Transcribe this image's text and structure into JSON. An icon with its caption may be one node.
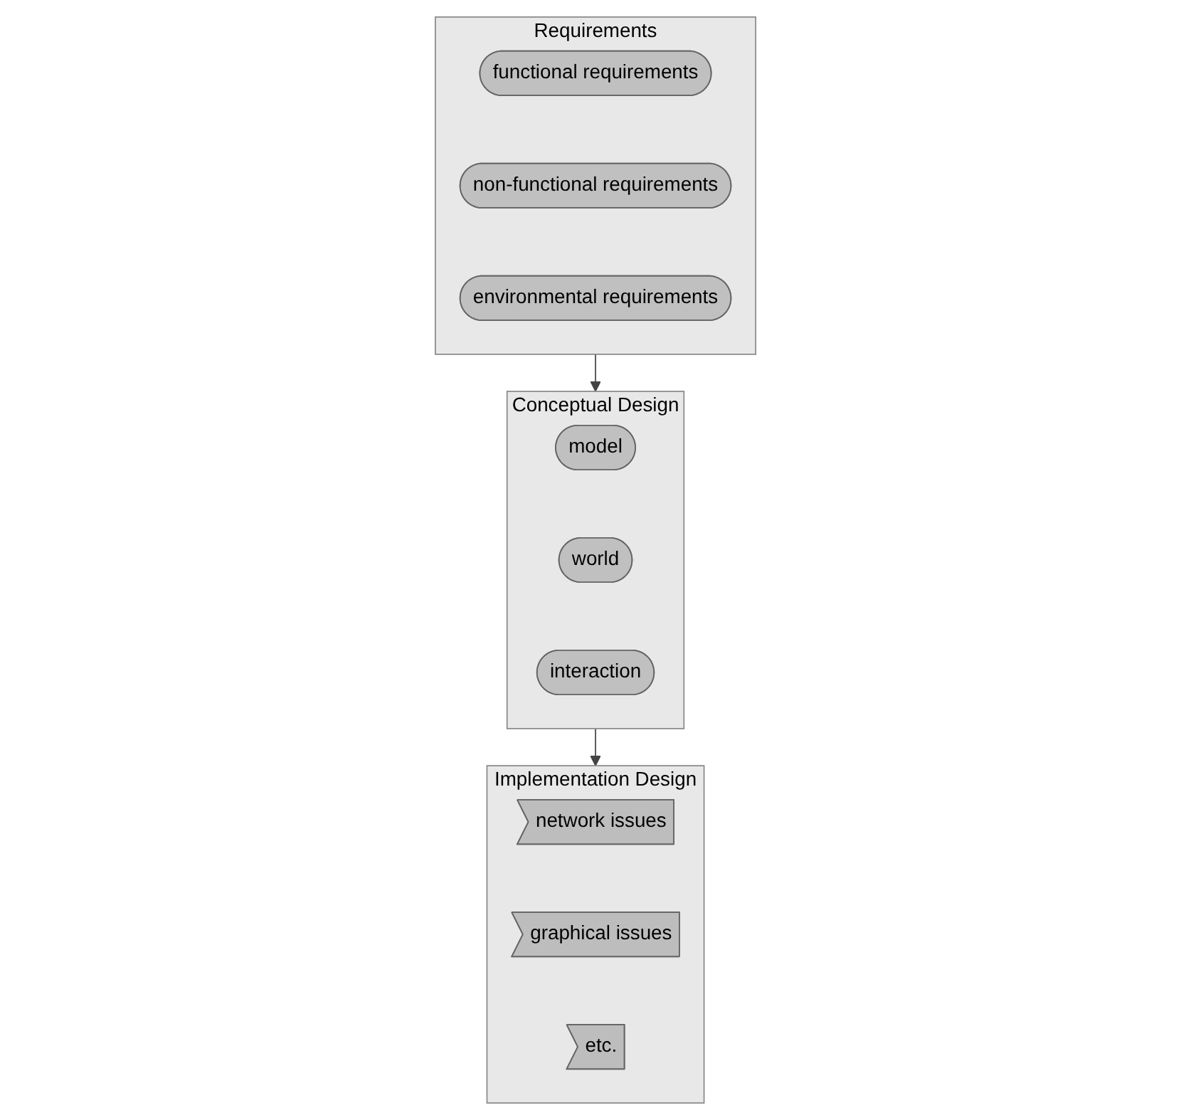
{
  "diagram": {
    "nodes": [
      {
        "text": [
          "Requirements"
        ]
      },
      {
        "text": [
          "functional requirements"
        ],
        "in": 0
      },
      {
        "text": [
          "non-functional requirements"
        ],
        "in": 0
      },
      {
        "text": [
          "environmental requirements"
        ],
        "in": 0
      },
      {
        "text": [
          "Conceptual Design"
        ]
      },
      {
        "text": [
          "model"
        ],
        "in": 4
      },
      {
        "text": [
          "world"
        ],
        "in": 4
      },
      {
        "text": [
          "interaction"
        ],
        "in": 4
      },
      {
        "text": [
          "Implementation Design"
        ]
      },
      {
        "text": [
          "network issues"
        ],
        "in": 8
      },
      {
        "text": [
          "graphical issues"
        ],
        "in": 8
      },
      {
        "text": [
          "etc."
        ],
        "in": 8
      }
    ],
    "edges": [
      {
        "from": 0,
        "to": 4,
        "arrow": "to"
      },
      {
        "from": 4,
        "to": 8,
        "arrow": "to"
      }
    ]
  }
}
